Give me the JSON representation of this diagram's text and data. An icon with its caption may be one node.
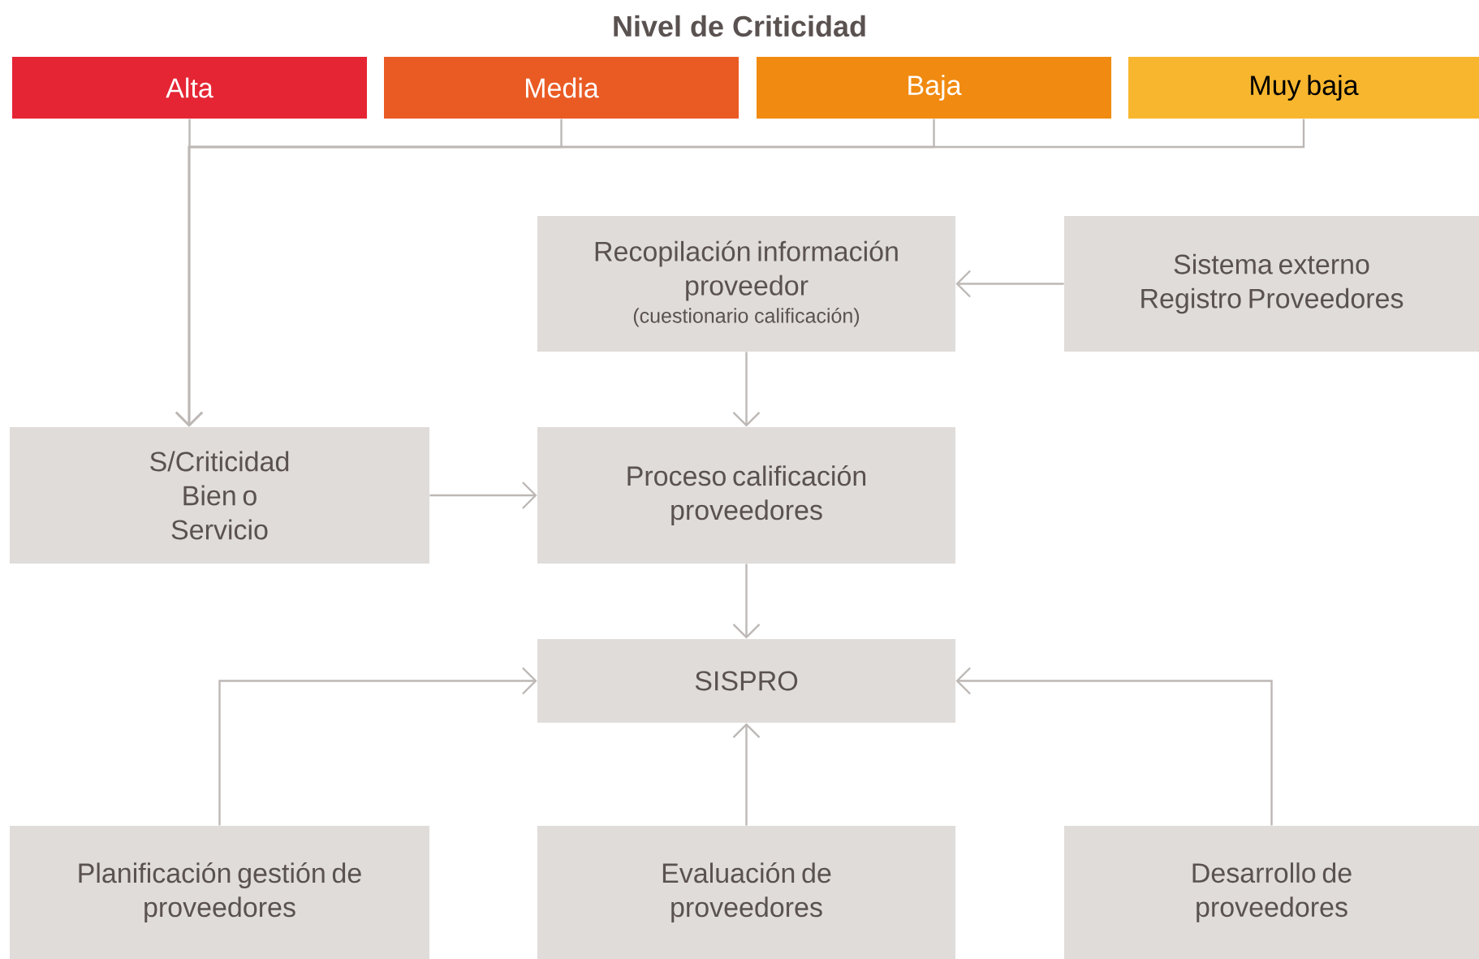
{
  "diagram": {
    "title": "Nivel de Criticidad",
    "nodes": [
      {
        "text": [
          "Alta"
        ]
      },
      {
        "text": [
          "Media"
        ]
      },
      {
        "text": [
          "Baja"
        ]
      },
      {
        "text": [
          "Muy baja"
        ]
      },
      {
        "text": [
          "Recopilación información proveedor",
          "(cuestionario calificación)"
        ]
      },
      {
        "text": [
          "Sistema externo Registro Proveedores"
        ]
      },
      {
        "text": [
          "S/Criticidad Bien o Servicio"
        ]
      },
      {
        "text": [
          "Proceso calificación proveedores"
        ]
      },
      {
        "text": [
          "SISPRO"
        ]
      },
      {
        "text": [
          "Planificación gestión de proveedores"
        ]
      },
      {
        "text": [
          "Evaluación de proveedores"
        ]
      },
      {
        "text": [
          "Desarrollo de proveedores"
        ]
      }
    ],
    "edges": [
      {
        "from": 0,
        "to": 6,
        "arrow": "to"
      },
      {
        "from": 1,
        "to": 6,
        "arrow": "to"
      },
      {
        "from": 2,
        "to": 6,
        "arrow": "to"
      },
      {
        "from": 3,
        "to": 6,
        "arrow": "to"
      },
      {
        "from": 5,
        "to": 4,
        "arrow": "to"
      },
      {
        "from": 4,
        "to": 7,
        "arrow": "to"
      },
      {
        "from": 6,
        "to": 7,
        "arrow": "to"
      },
      {
        "from": 7,
        "to": 8,
        "arrow": "to"
      },
      {
        "from": 9,
        "to": 8,
        "arrow": "to"
      },
      {
        "from": 10,
        "to": 8,
        "arrow": "to"
      },
      {
        "from": 11,
        "to": 8,
        "arrow": "to"
      }
    ]
  }
}
